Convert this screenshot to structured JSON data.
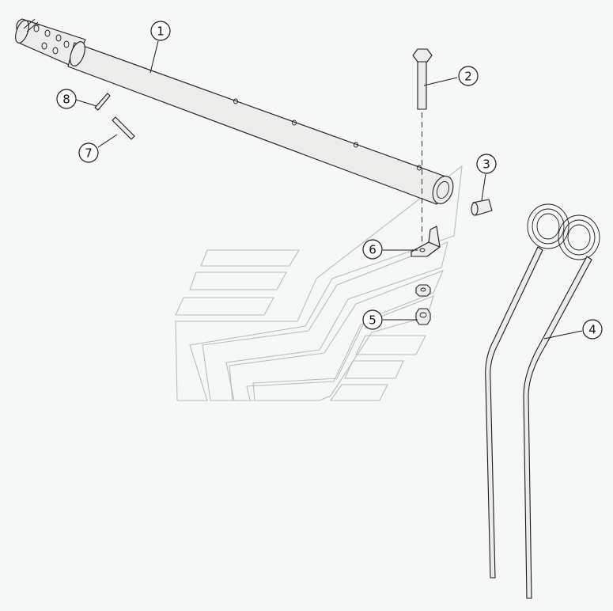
{
  "callouts": [
    {
      "id": "1"
    },
    {
      "id": "2"
    },
    {
      "id": "3"
    },
    {
      "id": "4"
    },
    {
      "id": "5"
    },
    {
      "id": "6"
    },
    {
      "id": "7"
    },
    {
      "id": "8"
    }
  ]
}
